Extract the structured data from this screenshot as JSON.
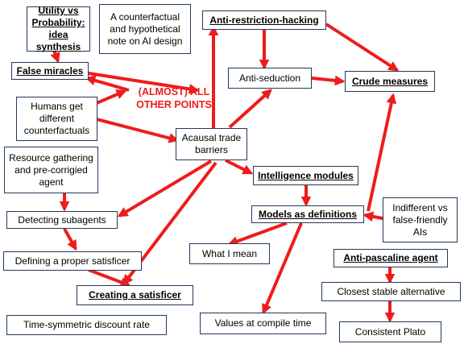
{
  "nodes": {
    "utility_vs_probability": "Utility vs Probability: idea synthesis",
    "counterfactual_note": "A counterfactual and hypothetical note on AI design",
    "anti_restriction_hacking": "Anti-restriction-hacking",
    "false_miracles": "False miracles",
    "anti_seduction": "Anti-seduction",
    "crude_measures": "Crude measures",
    "humans_counterfactuals": "Humans get different counterfactuals",
    "acausal_trade_barriers": "Acausal trade barriers",
    "resource_gathering": "Resource gathering and pre-corrigied agent",
    "intelligence_modules": "Intelligence modules",
    "indifferent_vs_false_friendly": "Indifferent vs false-friendly AIs",
    "models_as_definitions": "Models as definitions",
    "detecting_subagents": "Detecting subagents",
    "what_i_mean": "What I mean",
    "anti_pascaline_agent": "Anti-pascaline agent",
    "defining_satisficer": "Defining a proper satisficer",
    "closest_stable_alternative": "Closest stable alternative",
    "creating_satisficer": "Creating a satisficer",
    "time_symmetric": "Time-symmetric discount rate",
    "values_compile_time": "Values at compile time",
    "consistent_plato": "Consistent Plato"
  },
  "center_label": "(ALMOST) ALL OTHER POINTS",
  "colors": {
    "arrow": "#ee1c1c",
    "border": "#1f3a5c"
  }
}
